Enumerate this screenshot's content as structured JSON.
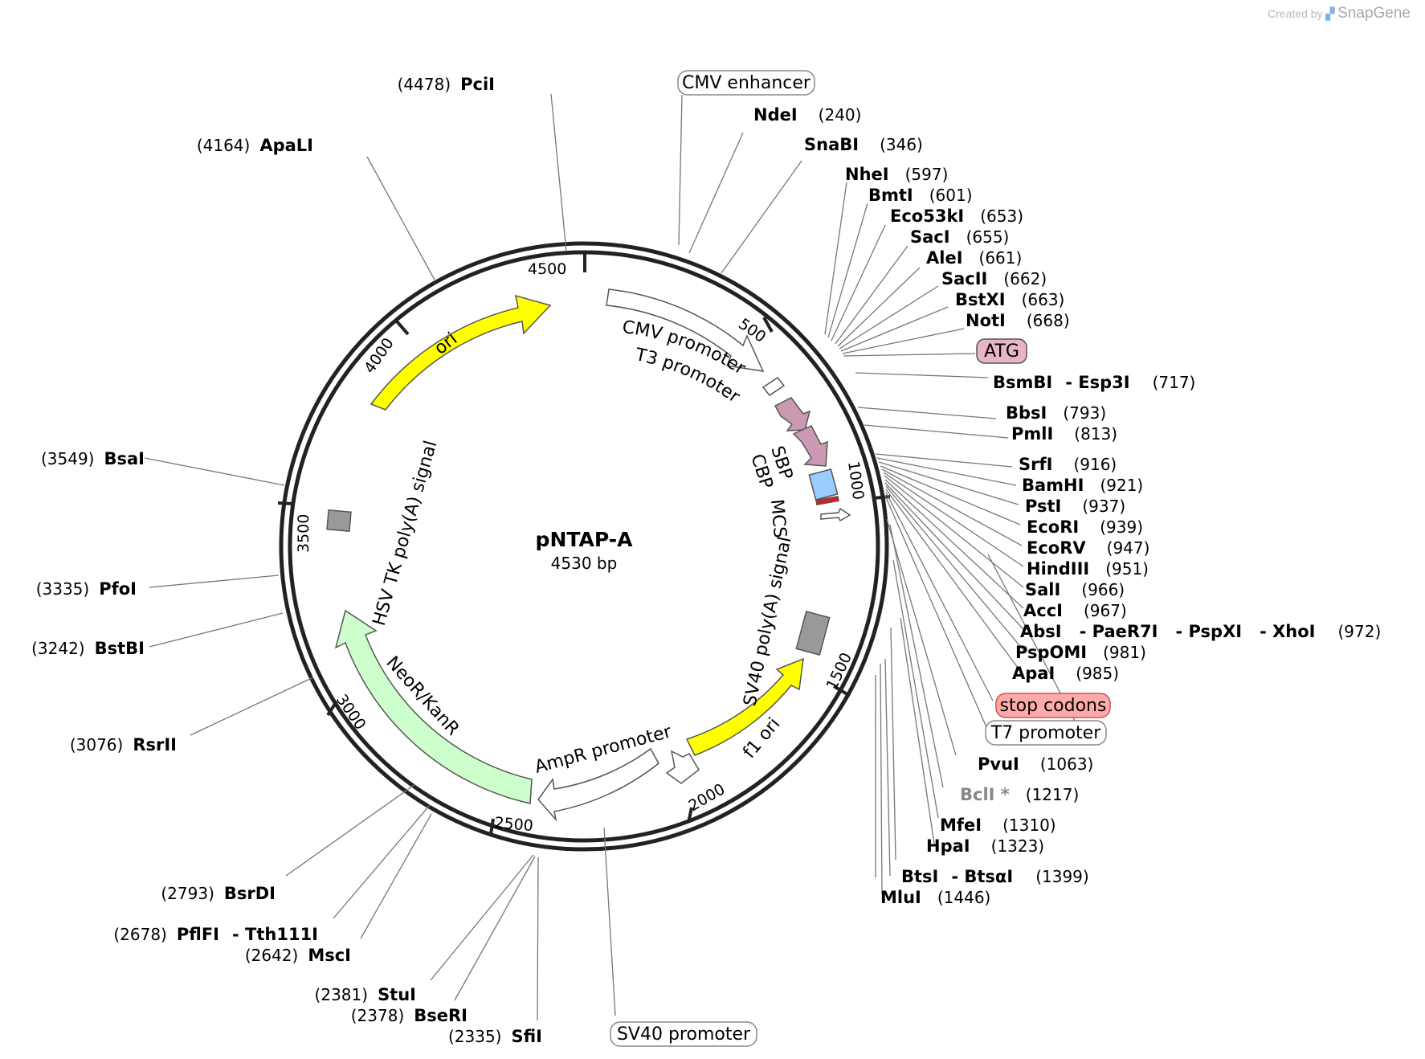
{
  "credit": {
    "created_by": "Created by",
    "app": "SnapGene"
  },
  "plasmid": {
    "name": "pNTAP-A",
    "length_label": "4530 bp",
    "length": 4530
  },
  "ticks": [
    "500",
    "1000",
    "1500",
    "2000",
    "2500",
    "3000",
    "3500",
    "4000",
    "4500"
  ],
  "sites": [
    {
      "pos": "(4478)",
      "names": [
        "PciI"
      ]
    },
    {
      "pos": "(4164)",
      "names": [
        "ApaLI"
      ]
    },
    {
      "pos": "(240)",
      "names": [
        "NdeI"
      ]
    },
    {
      "pos": "(346)",
      "names": [
        "SnaBI"
      ]
    },
    {
      "pos": "(597)",
      "names": [
        "NheI"
      ]
    },
    {
      "pos": "(601)",
      "names": [
        "BmtI"
      ]
    },
    {
      "pos": "(653)",
      "names": [
        "Eco53kI"
      ]
    },
    {
      "pos": "(655)",
      "names": [
        "SacI"
      ]
    },
    {
      "pos": "(661)",
      "names": [
        "AleI"
      ]
    },
    {
      "pos": "(662)",
      "names": [
        "SacII"
      ]
    },
    {
      "pos": "(663)",
      "names": [
        "BstXI"
      ]
    },
    {
      "pos": "(668)",
      "names": [
        "NotI"
      ]
    },
    {
      "pos": "(717)",
      "names": [
        "BsmBI",
        "Esp3I"
      ]
    },
    {
      "pos": "(793)",
      "names": [
        "BbsI"
      ]
    },
    {
      "pos": "(813)",
      "names": [
        "PmlI"
      ]
    },
    {
      "pos": "(916)",
      "names": [
        "SrfI"
      ]
    },
    {
      "pos": "(921)",
      "names": [
        "BamHI"
      ]
    },
    {
      "pos": "(937)",
      "names": [
        "PstI"
      ]
    },
    {
      "pos": "(939)",
      "names": [
        "EcoRI"
      ]
    },
    {
      "pos": "(947)",
      "names": [
        "EcoRV"
      ]
    },
    {
      "pos": "(951)",
      "names": [
        "HindIII"
      ]
    },
    {
      "pos": "(966)",
      "names": [
        "SalI"
      ]
    },
    {
      "pos": "(967)",
      "names": [
        "AccI"
      ]
    },
    {
      "pos": "(972)",
      "names": [
        "AbsI",
        "PaeR7I",
        "PspXI",
        "XhoI"
      ]
    },
    {
      "pos": "(981)",
      "names": [
        "PspOMI"
      ]
    },
    {
      "pos": "(985)",
      "names": [
        "ApaI"
      ]
    },
    {
      "pos": "(1063)",
      "names": [
        "PvuI"
      ]
    },
    {
      "pos": "(1217)",
      "names": [
        "BclI *"
      ]
    },
    {
      "pos": "(1310)",
      "names": [
        "MfeI"
      ]
    },
    {
      "pos": "(1323)",
      "names": [
        "HpaI"
      ]
    },
    {
      "pos": "(1399)",
      "names": [
        "BtsI",
        "BtsαI"
      ]
    },
    {
      "pos": "(1446)",
      "names": [
        "MluI"
      ]
    },
    {
      "pos": "(3549)",
      "names": [
        "BsaI"
      ]
    },
    {
      "pos": "(3335)",
      "names": [
        "PfoI"
      ]
    },
    {
      "pos": "(3242)",
      "names": [
        "BstBI"
      ]
    },
    {
      "pos": "(3076)",
      "names": [
        "RsrII"
      ]
    },
    {
      "pos": "(2793)",
      "names": [
        "BsrDI"
      ]
    },
    {
      "pos": "(2678)",
      "names": [
        "PflFI",
        "Tth111I"
      ]
    },
    {
      "pos": "(2642)",
      "names": [
        "MscI"
      ]
    },
    {
      "pos": "(2381)",
      "names": [
        "StuI"
      ]
    },
    {
      "pos": "(2378)",
      "names": [
        "BseRI"
      ]
    },
    {
      "pos": "(2335)",
      "names": [
        "SfiI"
      ]
    }
  ],
  "boxed_features": {
    "cmv_enhancer": "CMV enhancer",
    "atg": "ATG",
    "stop_codons": "stop codons",
    "t7_promoter": "T7 promoter",
    "sv40_promoter": "SV40 promoter"
  },
  "features": {
    "cmv_promoter": "CMV promoter",
    "t3_promoter": "T3 promoter",
    "sbp": "SBP",
    "cbp": "CBP",
    "mcs": "MCS",
    "sv40_polya": "SV40 poly(A) signal",
    "f1_ori": "f1 ori",
    "ampr_promoter": "AmpR promoter",
    "neor_kanr": "NeoR/KanR",
    "hsv_tk_polya": "HSV TK poly(A) signal",
    "ori": "ori"
  },
  "colors": {
    "ori": "#ffff00",
    "f1_ori": "#ffff00",
    "neor_kanr": "#ccffcc",
    "sbp_cbp_arrows": "#cc99b2",
    "cbp_box": "#99ccff",
    "polya": "#999999",
    "atg_box": "#e8b4c8",
    "stop_box": "#ffaaaa"
  }
}
